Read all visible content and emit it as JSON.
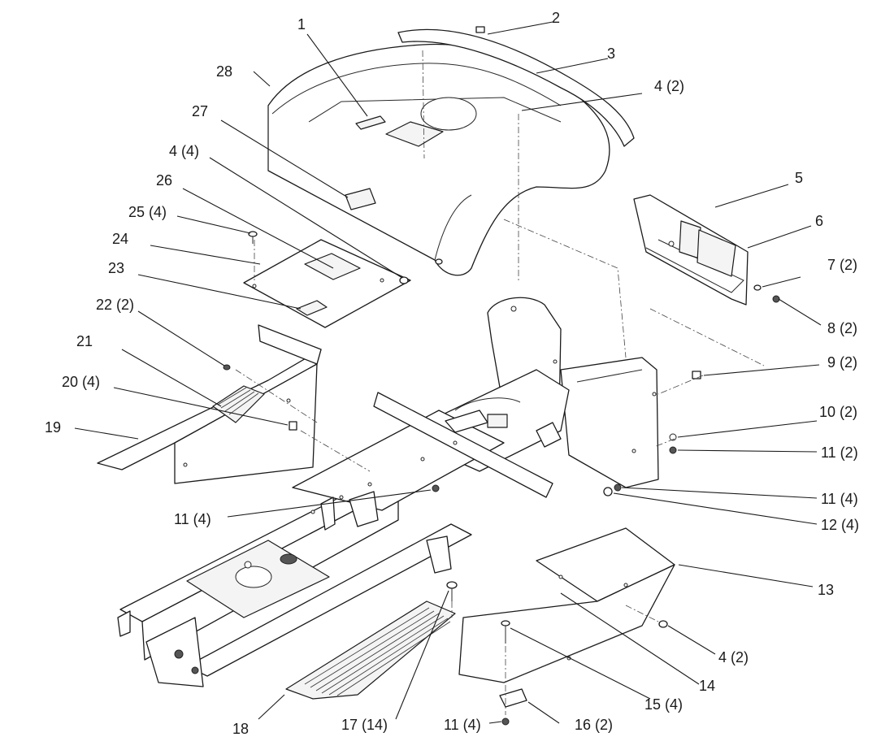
{
  "callouts": [
    {
      "id": "c1",
      "text": "1"
    },
    {
      "id": "c2",
      "text": "2"
    },
    {
      "id": "c3",
      "text": "3"
    },
    {
      "id": "c4",
      "text": "4 (2)"
    },
    {
      "id": "c5",
      "text": "5"
    },
    {
      "id": "c6",
      "text": "6"
    },
    {
      "id": "c7",
      "text": "7 (2)"
    },
    {
      "id": "c8",
      "text": "8 (2)"
    },
    {
      "id": "c9",
      "text": "9 (2)"
    },
    {
      "id": "c10",
      "text": "10 (2)"
    },
    {
      "id": "c11a",
      "text": "11 (2)"
    },
    {
      "id": "c11b",
      "text": "11 (4)"
    },
    {
      "id": "c12",
      "text": "12 (4)"
    },
    {
      "id": "c13",
      "text": "13"
    },
    {
      "id": "c4b",
      "text": "4 (2)"
    },
    {
      "id": "c14",
      "text": "14"
    },
    {
      "id": "c15",
      "text": "15 (4)"
    },
    {
      "id": "c16",
      "text": "16 (2)"
    },
    {
      "id": "c11c",
      "text": "11 (4)"
    },
    {
      "id": "c17",
      "text": "17 (14)"
    },
    {
      "id": "c18",
      "text": "18"
    },
    {
      "id": "c11d",
      "text": "11 (4)"
    },
    {
      "id": "c19",
      "text": "19"
    },
    {
      "id": "c20",
      "text": "20 (4)"
    },
    {
      "id": "c21",
      "text": "21"
    },
    {
      "id": "c22",
      "text": "22 (2)"
    },
    {
      "id": "c23",
      "text": "23"
    },
    {
      "id": "c24",
      "text": "24"
    },
    {
      "id": "c25",
      "text": "25 (4)"
    },
    {
      "id": "c26",
      "text": "26"
    },
    {
      "id": "c4c",
      "text": "4 (4)"
    },
    {
      "id": "c27",
      "text": "27"
    },
    {
      "id": "c28",
      "text": "28"
    }
  ]
}
